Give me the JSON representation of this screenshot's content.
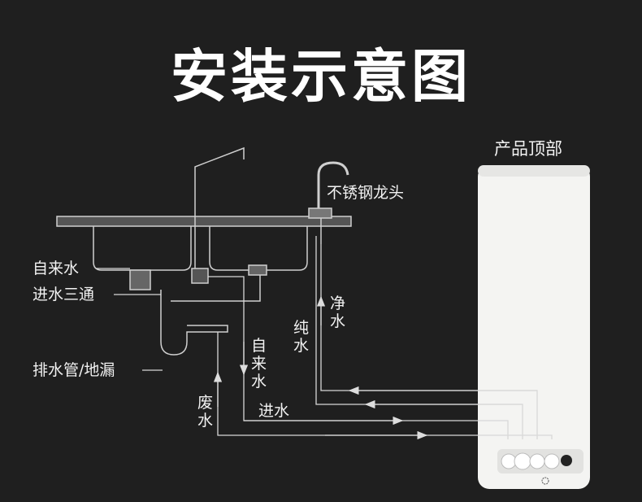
{
  "title": "安装示意图",
  "labels": {
    "product_top": "产品顶部",
    "faucet": "不锈钢龙头",
    "tap_water": "自来水",
    "tee": "进水三通",
    "drain": "排水管/地漏",
    "tap_water_line": "自来水",
    "pure_water": "纯水",
    "clean_water": "净水",
    "inlet": "进水",
    "waste_water": "废水"
  },
  "colors": {
    "background": "#1f1f1f",
    "line": "#d8d8d8",
    "product": "#f4f4f2"
  }
}
